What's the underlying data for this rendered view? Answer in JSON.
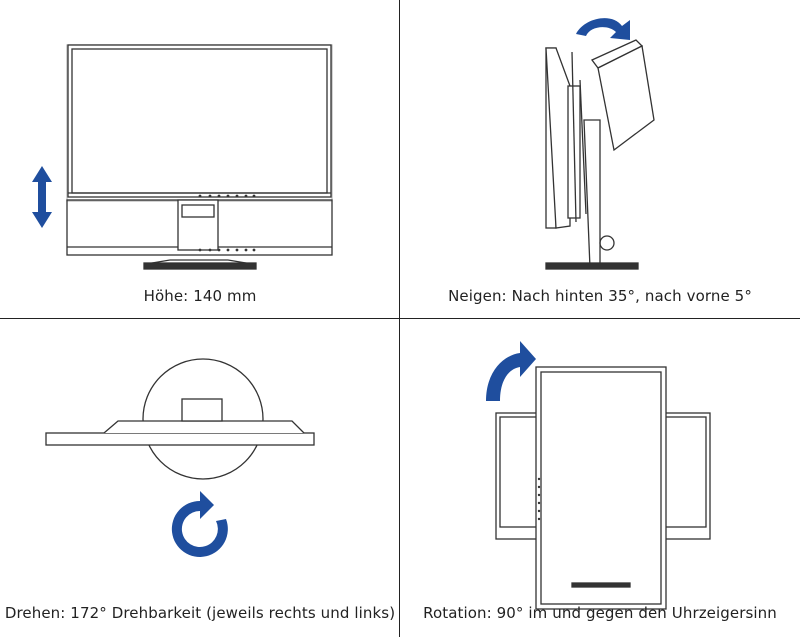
{
  "panels": [
    {
      "id": "height",
      "caption": "Höhe: 140 mm",
      "arrow_icon": "vertical-double-arrow-icon"
    },
    {
      "id": "tilt",
      "caption": "Neigen: Nach hinten 35°, nach vorne 5°",
      "arrow_icon": "curved-arrow-tilt-icon"
    },
    {
      "id": "swivel",
      "caption": "Drehen: 172° Drehbarkeit (jeweils rechts und links)",
      "arrow_icon": "circular-arrow-icon"
    },
    {
      "id": "pivot",
      "caption": "Rotation: 90° im und gegen den Uhrzeigersinn",
      "arrow_icon": "curved-arrow-rotate-icon"
    }
  ],
  "colors": {
    "accent": "#1f4e9e",
    "line": "#333333",
    "divider": "#222222"
  }
}
